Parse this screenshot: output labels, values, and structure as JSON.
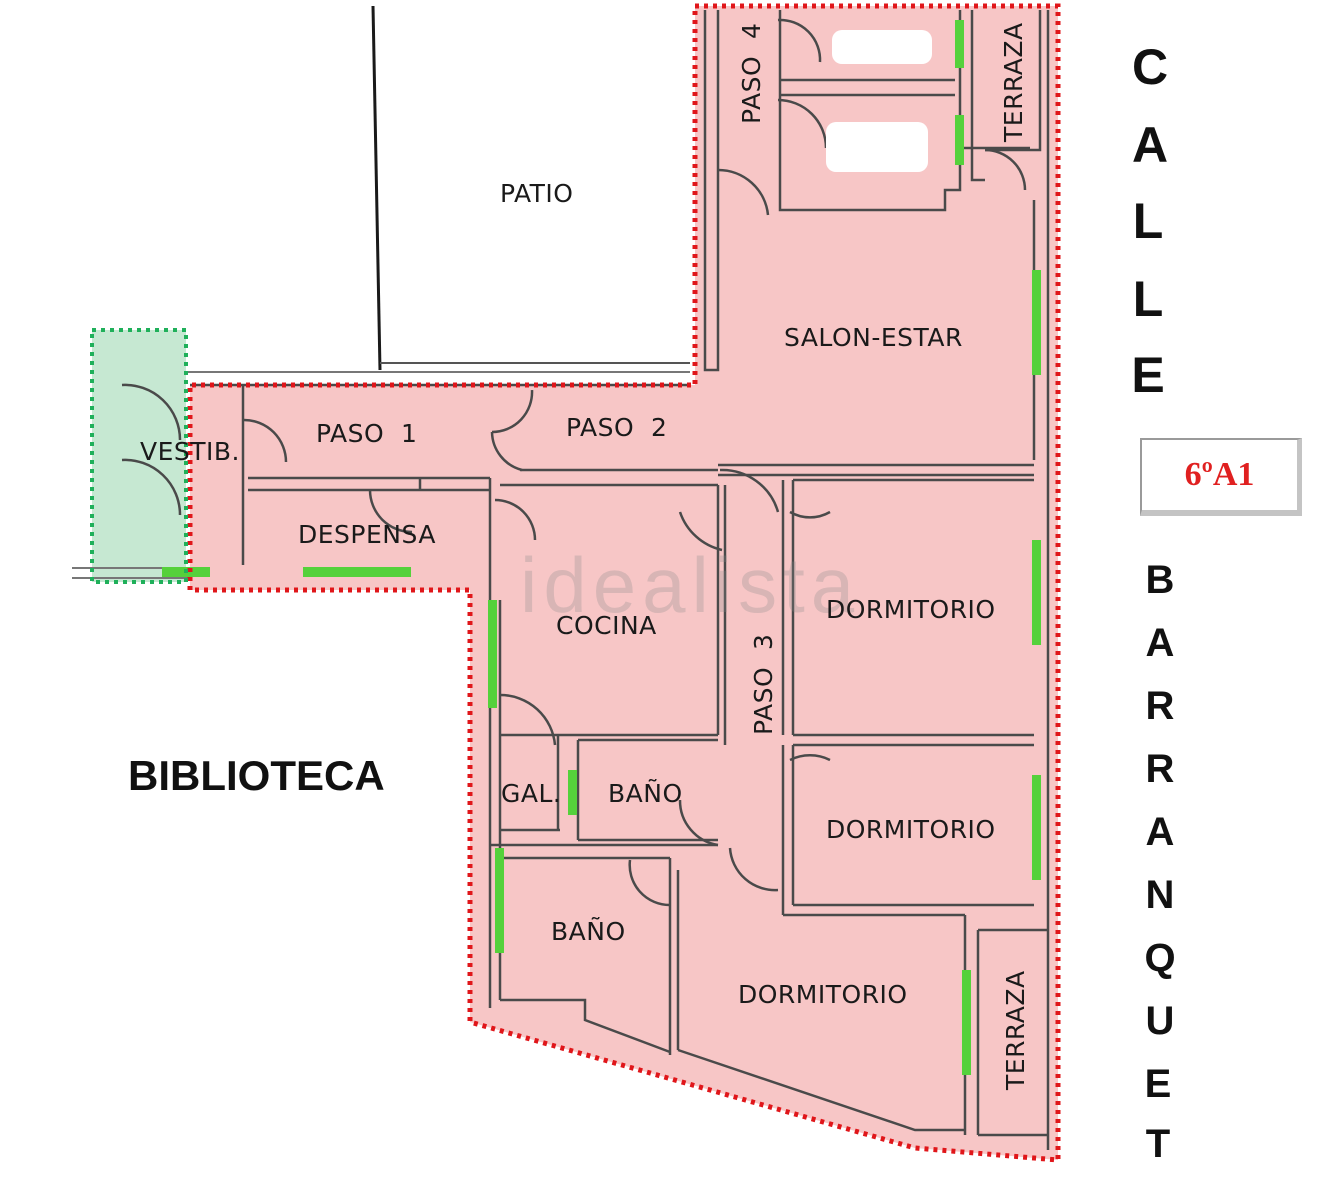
{
  "rooms": {
    "patio": "PATIO",
    "salon": "SALON-ESTAR",
    "paso1": "PASO  1",
    "paso2": "PASO  2",
    "paso3": "PASO  3",
    "paso4": "PASO  4",
    "vestib": "VESTIB.",
    "despensa": "DESPENSA",
    "cocina": "COCINA",
    "dormitorio1": "DORMITORIO",
    "dormitorio2": "DORMITORIO",
    "dormitorio3": "DORMITORIO",
    "gal": "GAL.",
    "bano1": "BAÑO",
    "bano2": "BAÑO",
    "terraza1": "TERRAZA",
    "terraza2": "TERRAZA"
  },
  "streets": {
    "calle": [
      "C",
      "A",
      "L",
      "L",
      "E"
    ],
    "barranquet": [
      "B",
      "A",
      "R",
      "R",
      "A",
      "N",
      "Q",
      "U",
      "E",
      "T"
    ]
  },
  "unit_label": "6ºA1",
  "biblioteca": "BIBLIOTECA",
  "watermark": "idealista",
  "colors": {
    "room_fill": "#f7c6c6",
    "vestibule_fill": "#c6e8d2",
    "boundary_red": "#e0161a",
    "boundary_green": "#1fb05a",
    "window_green": "#55d13b",
    "wall": "#4a4a4a",
    "unit_text": "#e02020"
  }
}
